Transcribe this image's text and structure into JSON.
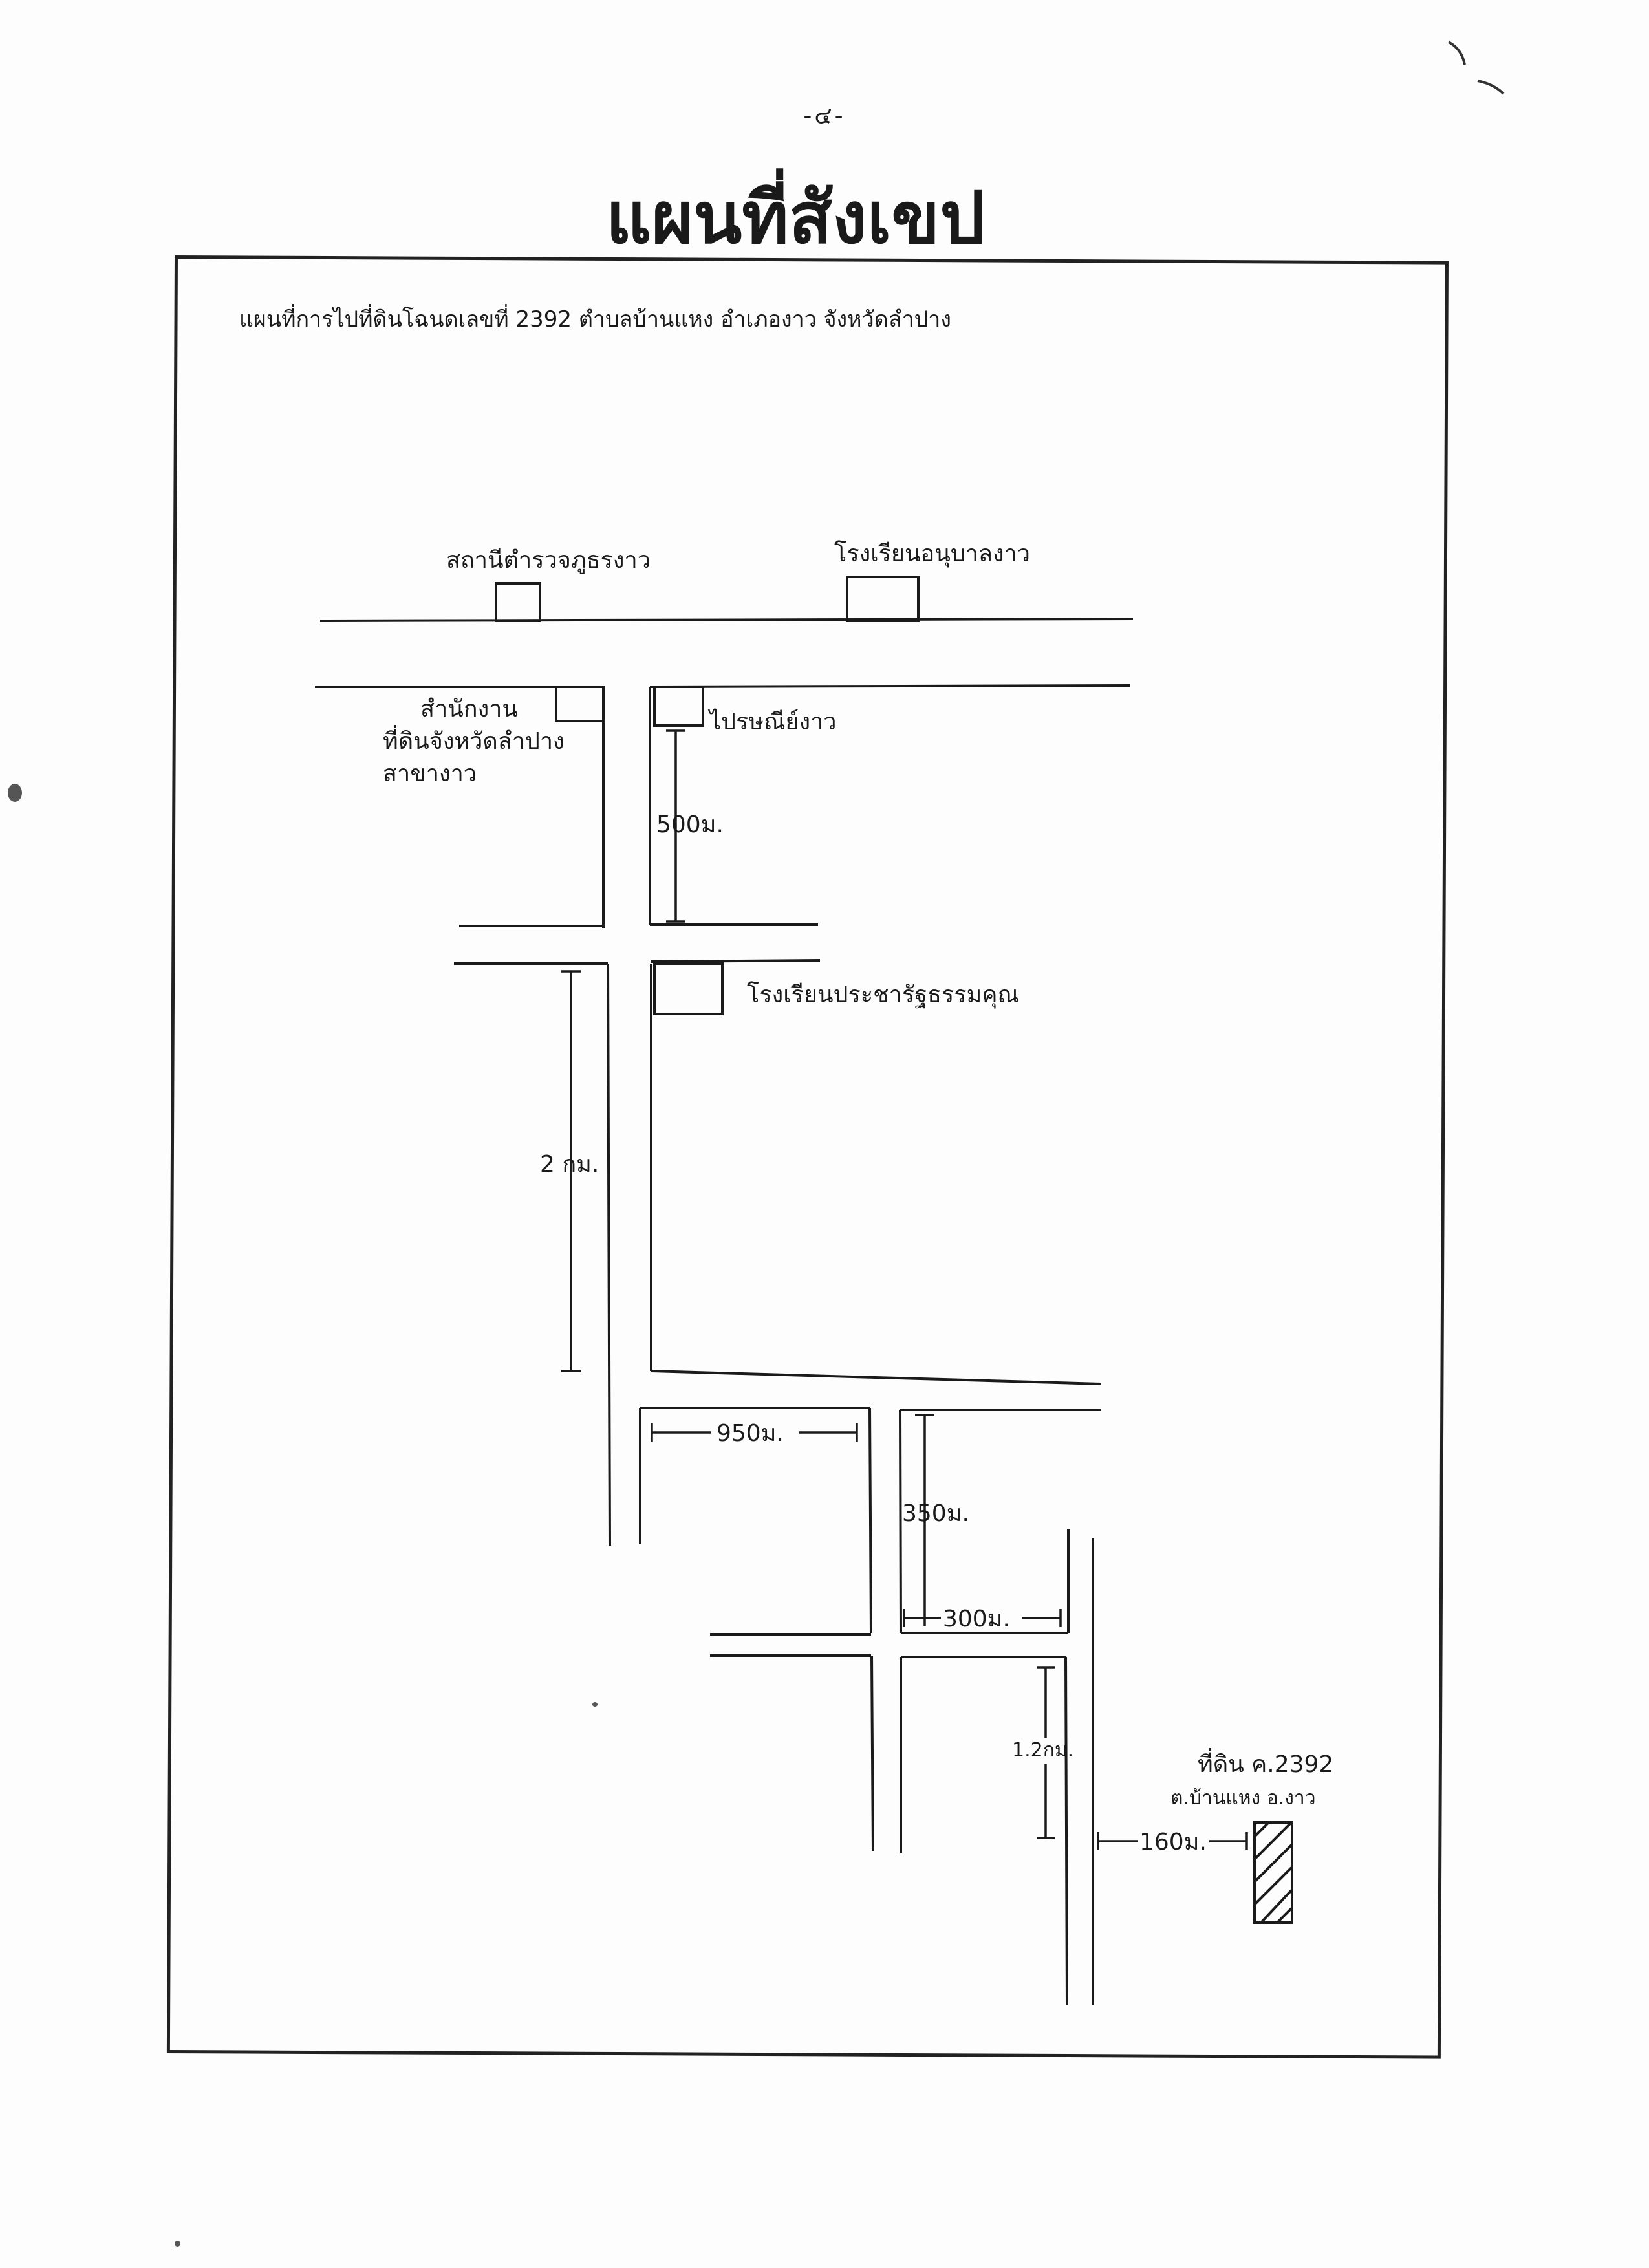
{
  "page": {
    "number": "-๔-",
    "title": "แผนที่สังเขป"
  },
  "map": {
    "heading": "แผนที่การไปที่ดินโฉนดเลขที่  2392  ตำบลบ้านแหง  อำเภองาว  จังหวัดลำปาง",
    "landmarks": {
      "police_station": "สถานีตำรวจภูธรงาว",
      "kindergarten": "โรงเรียนอนุบาลงาว",
      "land_office": [
        "สำนักงาน",
        "ที่ดินจังหวัดลำปาง",
        "สาขางาว"
      ],
      "post_office": "ไปรษณีย์งาว",
      "school": "โรงเรียนประชารัฐธรรมคุณ"
    },
    "distances": {
      "d500": "500ม.",
      "d2km": "2 กม.",
      "d950": "950ม.",
      "d350": "350ม.",
      "d300": "300ม.",
      "d12km": "1.2กม.",
      "d160": "160ม."
    },
    "destination": {
      "line1": "ที่ดิน ค.2392",
      "line2": "ต.บ้านแหง  อ.งาว"
    }
  },
  "colors": {
    "ink": "#1a1a1a",
    "paper": "#fdfdfd"
  }
}
